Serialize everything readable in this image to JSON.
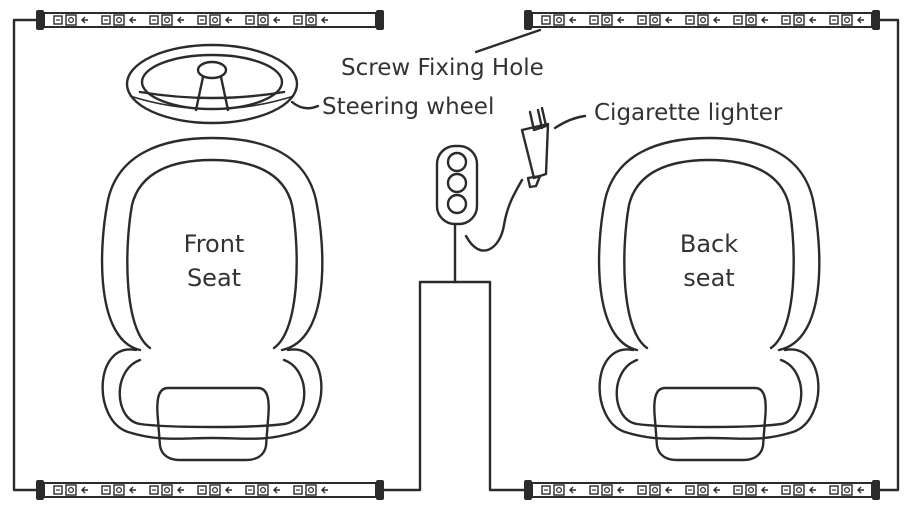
{
  "labels": {
    "screw_fixing_hole": "Screw Fixing Hole",
    "steering_wheel": "Steering wheel",
    "cigarette_lighter": "Cigarette lighter",
    "front_seat": [
      "Front",
      "Seat"
    ],
    "back_seat": [
      "Back",
      "seat"
    ]
  },
  "colors": {
    "line": "#2b2b2b",
    "text": "#333333",
    "background": "#ffffff"
  }
}
